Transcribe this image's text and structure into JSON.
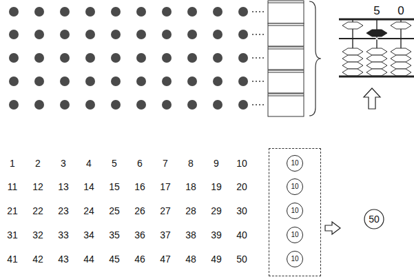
{
  "diagram": {
    "nodes": [
      {
        "text": [
          "10",
          "10",
          "10",
          "10",
          "10"
        ]
      }
    ],
    "labels": [
      "5",
      "0",
      "1",
      "2",
      "3",
      "4",
      "5",
      "6",
      "7",
      "8",
      "9",
      "10",
      "11",
      "12",
      "13",
      "14",
      "15",
      "16",
      "17",
      "18",
      "19",
      "20",
      "21",
      "22",
      "23",
      "24",
      "25",
      "26",
      "27",
      "28",
      "29",
      "30",
      "31",
      "32",
      "33",
      "34",
      "35",
      "36",
      "37",
      "38",
      "39",
      "40",
      "41",
      "42",
      "43",
      "44",
      "45",
      "46",
      "47",
      "48",
      "49",
      "50",
      "50"
    ]
  }
}
